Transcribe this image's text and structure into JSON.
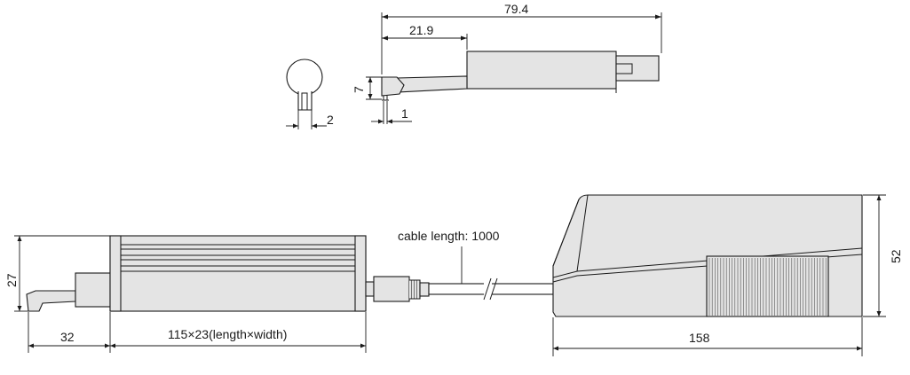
{
  "labels": {
    "overall_length": "79.4",
    "probe_length": "21.9",
    "tip_height": "7",
    "tip_offset": "1",
    "tip_width": "2",
    "cable_length": "cable length: 1000",
    "drive_height": "27",
    "probe_extension": "32",
    "drive_size": "115×23(length×width)",
    "unit_length": "158",
    "unit_height": "52"
  }
}
